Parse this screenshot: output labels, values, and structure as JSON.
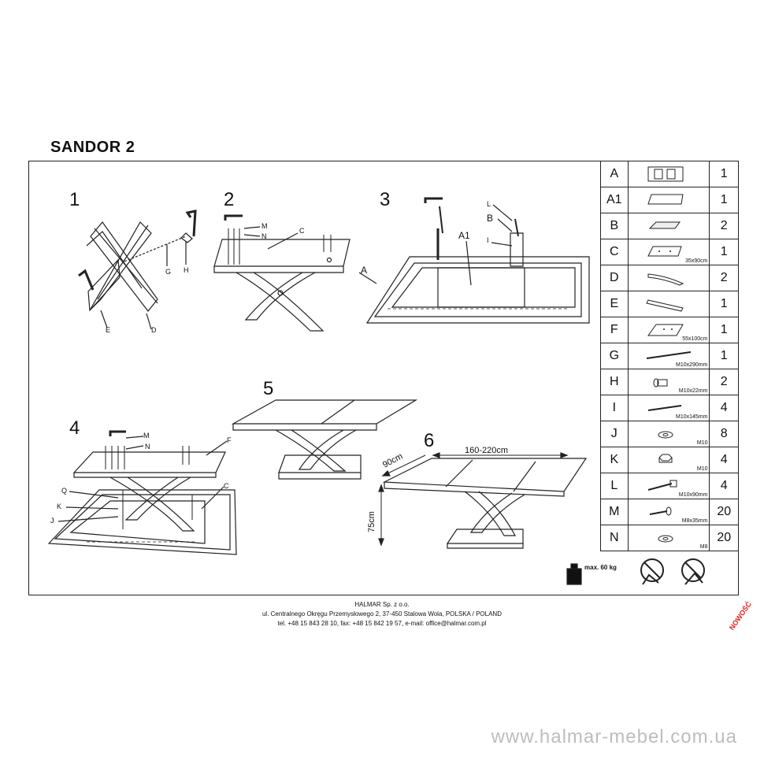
{
  "title": "SANDOR 2",
  "steps": [
    "1",
    "2",
    "3",
    "4",
    "5",
    "6"
  ],
  "step1_labels": {
    "g": "G",
    "h": "H",
    "e": "E",
    "d": "D"
  },
  "step2_labels": {
    "m": "M",
    "n": "N",
    "c": "C"
  },
  "step3_labels": {
    "l": "L",
    "b": "B",
    "i": "I",
    "a1": "A1",
    "a": "A"
  },
  "step4_labels": {
    "m": "M",
    "n": "N",
    "f": "F",
    "q": "Q",
    "k": "K",
    "j": "J",
    "c": "C"
  },
  "dimensions": {
    "length": "160-220cm",
    "depth": "90cm",
    "height": "75cm"
  },
  "max_load": "max. 60 kg",
  "parts": [
    {
      "code": "A",
      "spec": "",
      "qty": "1"
    },
    {
      "code": "A1",
      "spec": "",
      "qty": "1"
    },
    {
      "code": "B",
      "spec": "",
      "qty": "2"
    },
    {
      "code": "C",
      "spec": "35x90cm",
      "qty": "1"
    },
    {
      "code": "D",
      "spec": "",
      "qty": "2"
    },
    {
      "code": "E",
      "spec": "",
      "qty": "1"
    },
    {
      "code": "F",
      "spec": "55x100cm",
      "qty": "1"
    },
    {
      "code": "G",
      "spec": "M10x290mm",
      "qty": "1"
    },
    {
      "code": "H",
      "spec": "M10x22mm",
      "qty": "2"
    },
    {
      "code": "I",
      "spec": "M10x145mm",
      "qty": "4"
    },
    {
      "code": "J",
      "spec": "M10",
      "qty": "8"
    },
    {
      "code": "K",
      "spec": "M10",
      "qty": "4"
    },
    {
      "code": "L",
      "spec": "M10x90mm",
      "qty": "4"
    },
    {
      "code": "M",
      "spec": "M8x35mm",
      "qty": "20"
    },
    {
      "code": "N",
      "spec": "M8",
      "qty": "20"
    }
  ],
  "footer": {
    "company": "HALMAR Sp. z o.o.",
    "address": "ul. Centralnego Okręgu Przemysłowego 2, 37-450 Stalowa Wola, POLSKA / POLAND",
    "contact": "tel. +48 15 843 28 10, fax: +48 15 842 19 57, e-mail: office@halmar.com.pl"
  },
  "badge": "NOWOŚĆ",
  "watermark": "www.halmar-mebel.com.ua"
}
